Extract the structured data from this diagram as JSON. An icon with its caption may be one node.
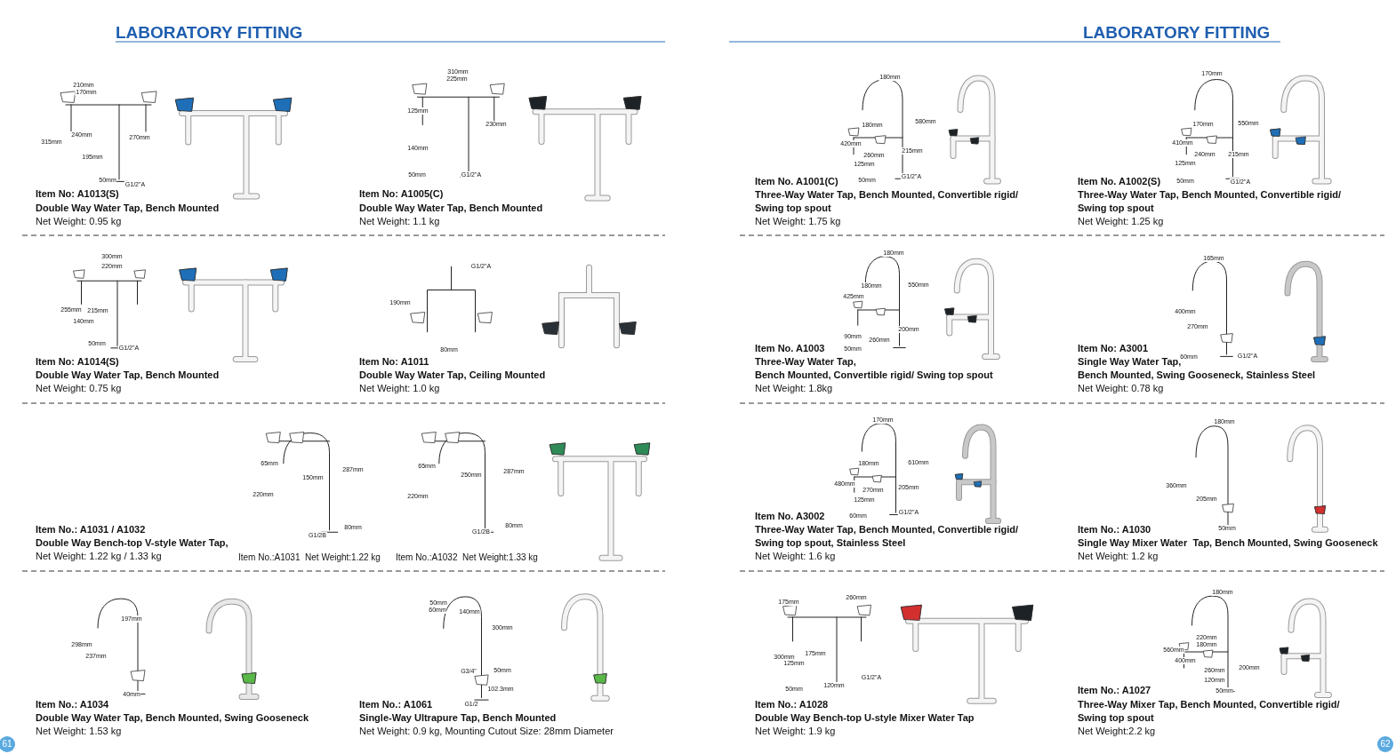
{
  "diagram": {
    "labels": [
      "LABORATORY FITTING",
      "210mm",
      "170mm",
      "315mm",
      "240mm",
      "270mm",
      "195mm",
      "50mm",
      "G1/2\"A",
      "Item No: A1013(S)",
      "Double Way Water Tap, Bench Mounted",
      "Net Weight: 0.95 kg",
      "310mm",
      "225mm",
      "125mm",
      "230mm",
      "140mm",
      "50mm",
      "G1/2\"A",
      "Item No: A1005(C)",
      "Double Way Water Tap, Bench Mounted",
      "Net Weight: 1.1 kg",
      "300mm",
      "220mm",
      "255mm",
      "215mm",
      "140mm",
      "50mm",
      "G1/2\"A",
      "Item No: A1014(S)",
      "Double Way Water Tap, Bench Mounted",
      "Net Weight: 0.75 kg",
      "G1/2\"A",
      "190mm",
      "80mm",
      "Item No: A1011",
      "Double Way Water Tap, Ceiling Mounted",
      "Net Weight: 1.0 kg",
      "65mm",
      "287mm",
      "150mm",
      "220mm",
      "80mm",
      "G1/2B",
      "65mm",
      "287mm",
      "250mm",
      "220mm",
      "80mm",
      "G1/2B",
      "Item No.: A1031 / A1032",
      "Double Way Bench-top V-style Water Tap,",
      "Net Weight: 1.22 kg / 1.33 kg",
      "Item No.:A1031  Net Weight:1.22 kg",
      "Item No.:A1032  Net Weight:1.33 kg",
      "197mm",
      "298mm",
      "237mm",
      "40mm",
      "Item No.: A1034",
      "Double Way Water Tap, Bench Mounted, Swing Gooseneck",
      "Net Weight: 1.53 kg",
      "50mm",
      "60mm",
      "140mm",
      "300mm",
      "50mm",
      "G3/4\"",
      "102.3mm",
      "G1/2",
      "Item No.: A1061",
      "Single-Way Ultrapure Tap, Bench Mounted",
      "Net Weight: 0.9 kg, Mounting Cutout Size: 28mm Diameter",
      "61",
      "LABORATORY FITTING",
      "180mm",
      "580mm",
      "180mm",
      "420mm",
      "215mm",
      "260mm",
      "125mm",
      "G1/2\"A",
      "50mm",
      "Item No. A1001(C)",
      "Three-Way Water Tap, Bench Mounted, Convertible rigid/ Swing top spout",
      "Net Weight: 1.75 kg",
      "170mm",
      "550mm",
      "170mm",
      "410mm",
      "240mm",
      "215mm",
      "125mm",
      "50mm",
      "G1/2\"A",
      "Item No. A1002(S)",
      "Three-Way Water Tap, Bench Mounted, Convertible rigid/ Swing top spout",
      "Net Weight: 1.25 kg",
      "180mm",
      "550mm",
      "180mm",
      "425mm",
      "200mm",
      "90mm",
      "260mm",
      "50mm",
      "Item No. A1003",
      "Three-Way Water Tap,",
      "Bench Mounted, Convertible rigid/ Swing top spout",
      "Net Weight: 1.8kg",
      "165mm",
      "400mm",
      "270mm",
      "G1/2\"A",
      "60mm",
      "Item No: A3001",
      "Single Way Water Tap,",
      "Bench Mounted, Swing Gooseneck, Stainless Steel",
      "Net Weight: 0.78 kg",
      "170mm",
      "610mm",
      "180mm",
      "480mm",
      "205mm",
      "270mm",
      "125mm",
      "G1/2\"A",
      "60mm",
      "Item No. A3002",
      "Three-Way Water Tap, Bench Mounted, Convertible rigid/ Swing top spout, Stainless Steel",
      "Net Weight: 1.6 kg",
      "180mm",
      "360mm",
      "205mm",
      "50mm",
      "Item No.: A1030",
      "Single Way Mixer Water  Tap, Bench Mounted, Swing Gooseneck",
      "Net Weight: 1.2 kg",
      "260mm",
      "175mm",
      "175mm",
      "300mm",
      "125mm",
      "G1/2\"A",
      "120mm",
      "50mm",
      "Item No.: A1028",
      "Double Way Bench-top U-style Mixer Water Tap",
      "Net Weight: 1.9 kg",
      "180mm",
      "220mm",
      "180mm",
      "560mm",
      "400mm",
      "200mm",
      "260mm",
      "120mm",
      "50mm",
      "Item No.: A1027",
      "Three-Way Mixer Tap, Bench Mounted, Convertible rigid/ Swing top spout",
      "Net Weight:2.2 kg",
      "62"
    ]
  }
}
